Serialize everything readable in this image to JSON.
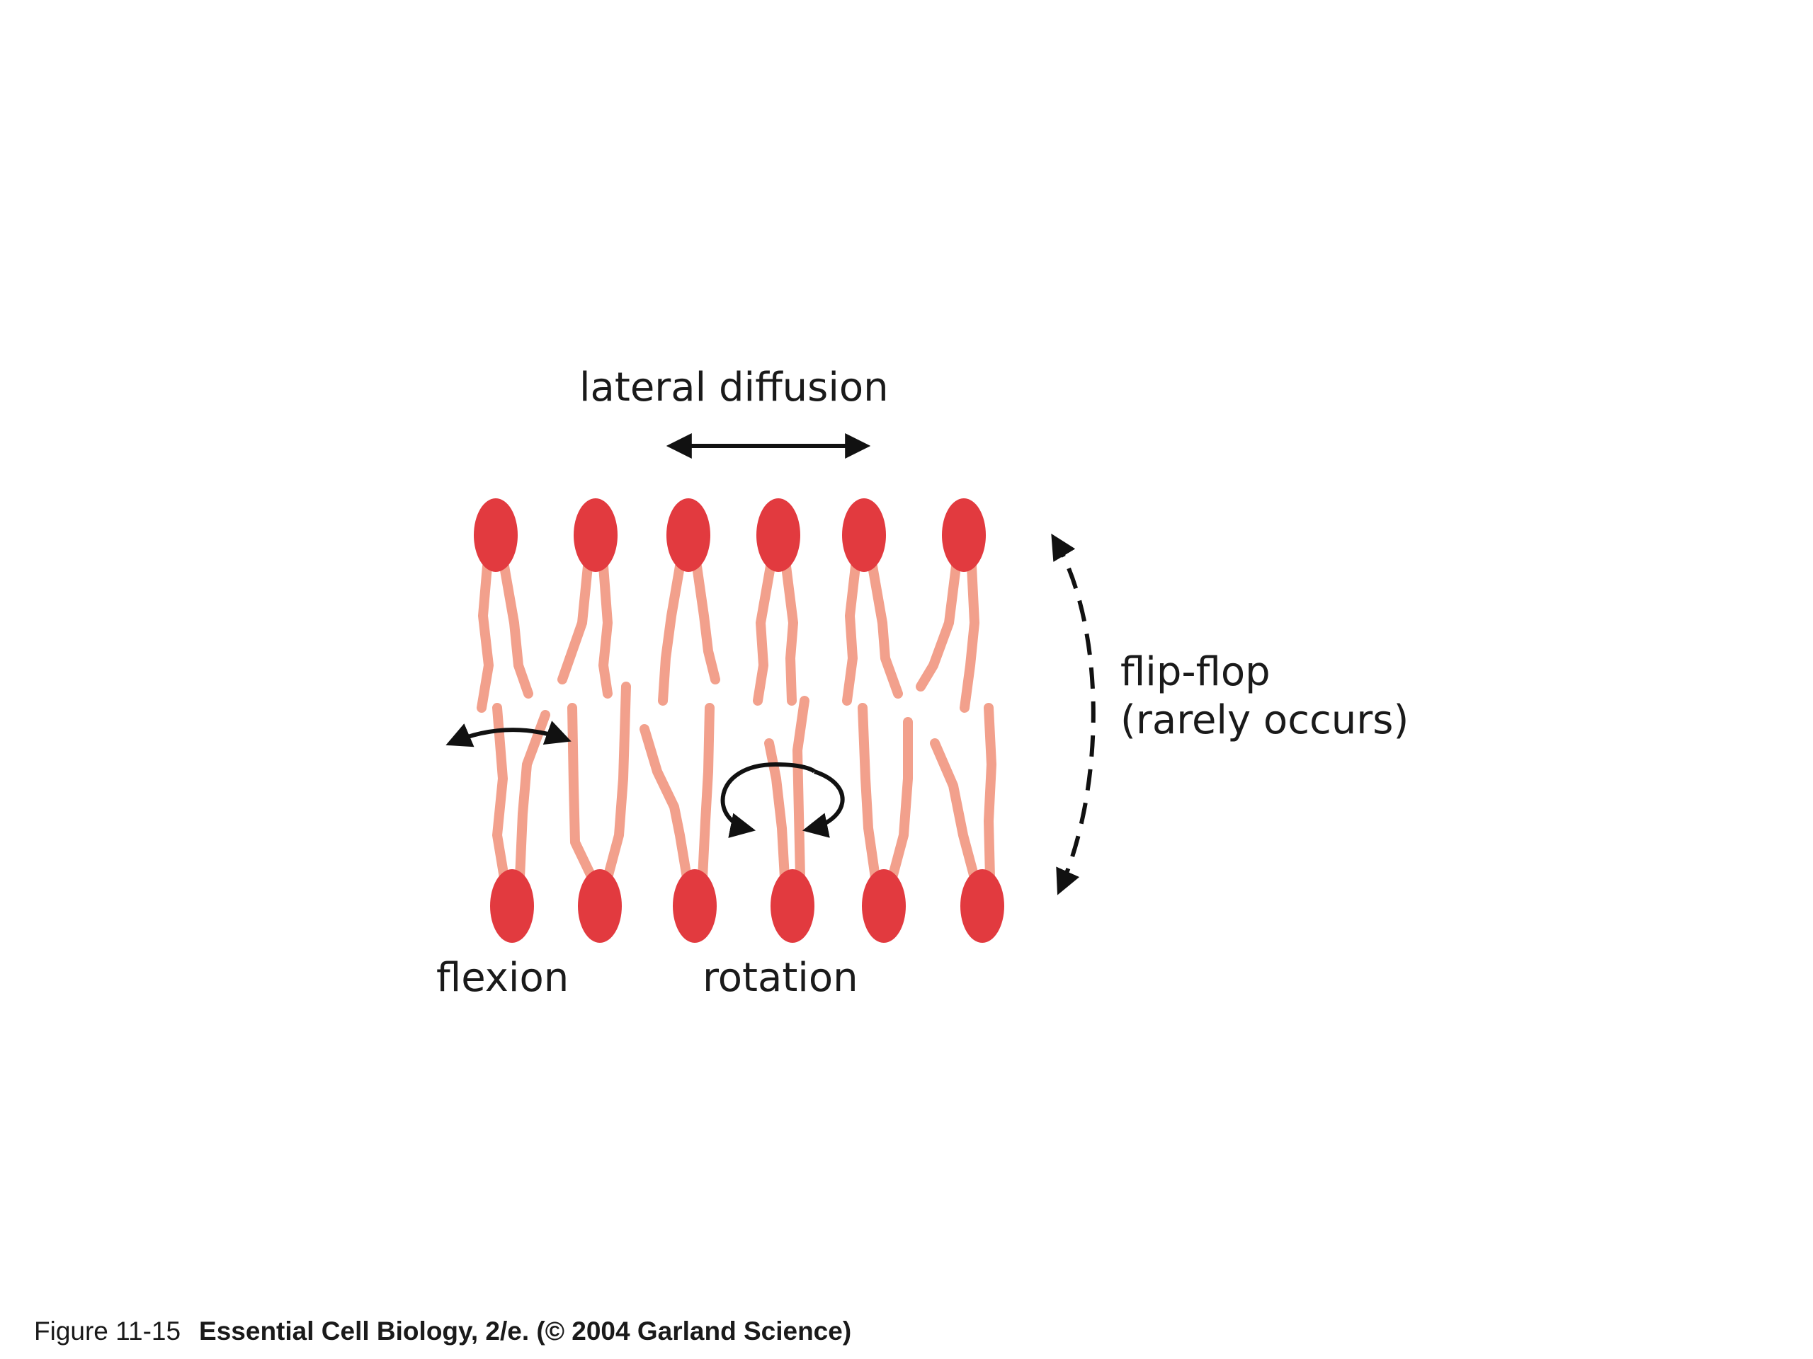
{
  "labels": {
    "lateral_diffusion": "lateral diffusion",
    "flip_flop": "flip-flop",
    "rarely_occurs": "(rarely occurs)",
    "flexion": "flexion",
    "rotation": "rotation"
  },
  "caption": {
    "figure": "Figure 11-15",
    "source": "Essential Cell Biology, 2/e. (© 2004 Garland Science)"
  },
  "colors": {
    "head": "#e23a3f",
    "tail": "#f2a08c",
    "arrow": "#111111",
    "text": "#1a1a1a",
    "background": "#ffffff"
  },
  "lipid_columns": 6
}
